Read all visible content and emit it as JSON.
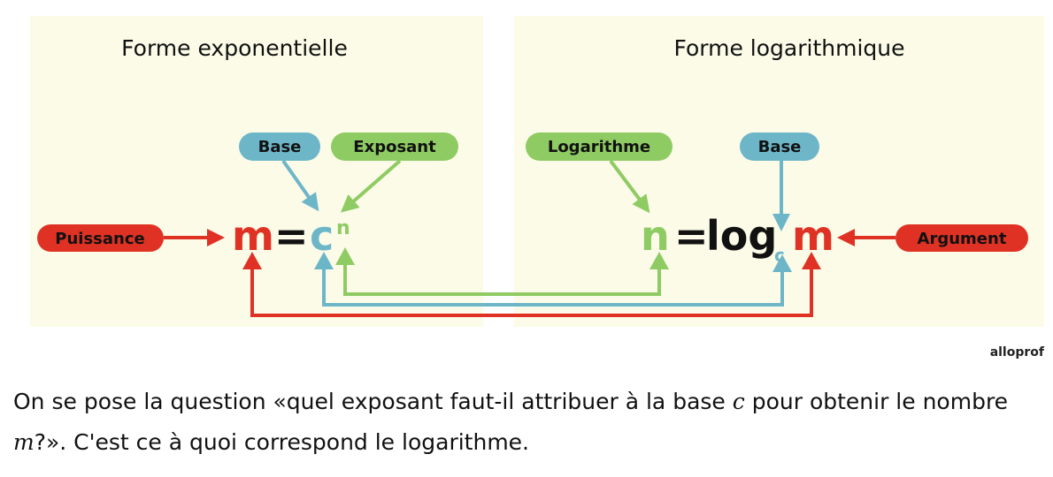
{
  "colors": {
    "red": "#e03224",
    "blue": "#6db6c8",
    "green": "#8fcb63",
    "panel": "#fbfbe8"
  },
  "left": {
    "title": "Forme exponentielle",
    "labels": {
      "base": "Base",
      "exponent": "Exposant",
      "power": "Puissance"
    },
    "equation": {
      "m": "m",
      "equals": "=",
      "c": "c",
      "n": "n"
    }
  },
  "right": {
    "title": "Forme logarithmique",
    "labels": {
      "logarithm": "Logarithme",
      "base": "Base",
      "argument": "Argument"
    },
    "equation": {
      "n": "n",
      "equals": "=",
      "log": "log",
      "c": "c",
      "m": "m"
    }
  },
  "logo": "alloprof",
  "paragraph": {
    "p1": "On se pose la question «quel exposant faut-il attribuer à la base ",
    "c": "c",
    "p2": " pour obtenir le nombre ",
    "m": "m",
    "p3": "?». C'est ce à quoi correspond le logarithme."
  }
}
